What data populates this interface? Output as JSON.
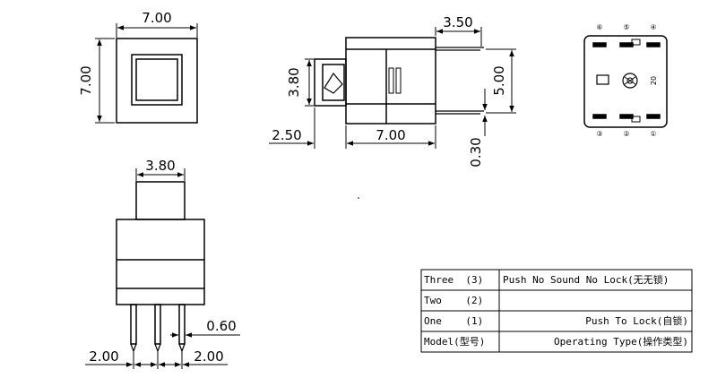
{
  "dimensions": {
    "top_width": "7.00",
    "top_height": "7.00",
    "side_top_offset": "3.50",
    "side_height_left": "3.80",
    "side_height_right": "5.00",
    "side_left_overhang": "2.50",
    "side_width": "7.00",
    "pin_offset": "0.30",
    "front_actuator_width": "3.80",
    "pin_thickness": "0.60",
    "pin_pitch_left": "2.00",
    "pin_pitch_right": "2.00"
  },
  "bottom_view": {
    "pins_top": [
      "⑥",
      "⑤",
      "④"
    ],
    "pins_bottom": [
      "③",
      "②",
      "①"
    ],
    "mark": "20"
  },
  "table": {
    "rows": [
      {
        "model": "Three  (3)",
        "type": "Push No Sound No Lock(无无锁)"
      },
      {
        "model": "Two    (2)",
        "type": ""
      },
      {
        "model": "One    (1)",
        "type": "Push To Lock(自锁)"
      },
      {
        "model": "Model(型号)",
        "type": "Operating Type(操作类型)"
      }
    ]
  }
}
